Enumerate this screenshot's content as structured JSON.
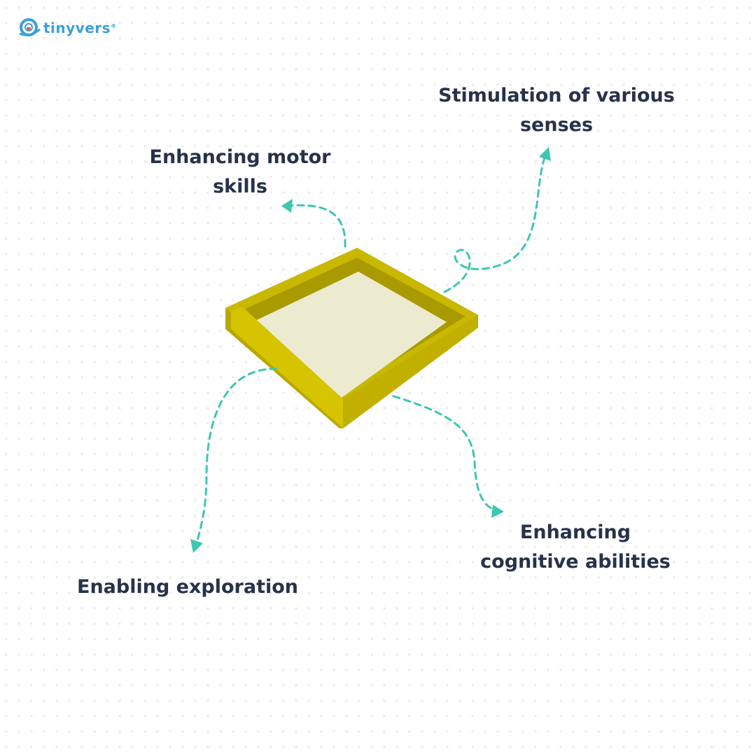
{
  "brand": {
    "name": "tinyvers",
    "registered": "®"
  },
  "labels": {
    "motor": "Enhancing motor skills",
    "senses": "Stimulation of various senses",
    "exploration": "Enabling exploration",
    "cognitive": "Enhancing cognitive abilities"
  },
  "colors": {
    "text": "#27324a",
    "arrow": "#3cc7b0",
    "tray": "#c9b800",
    "floor": "#ecebcf"
  }
}
